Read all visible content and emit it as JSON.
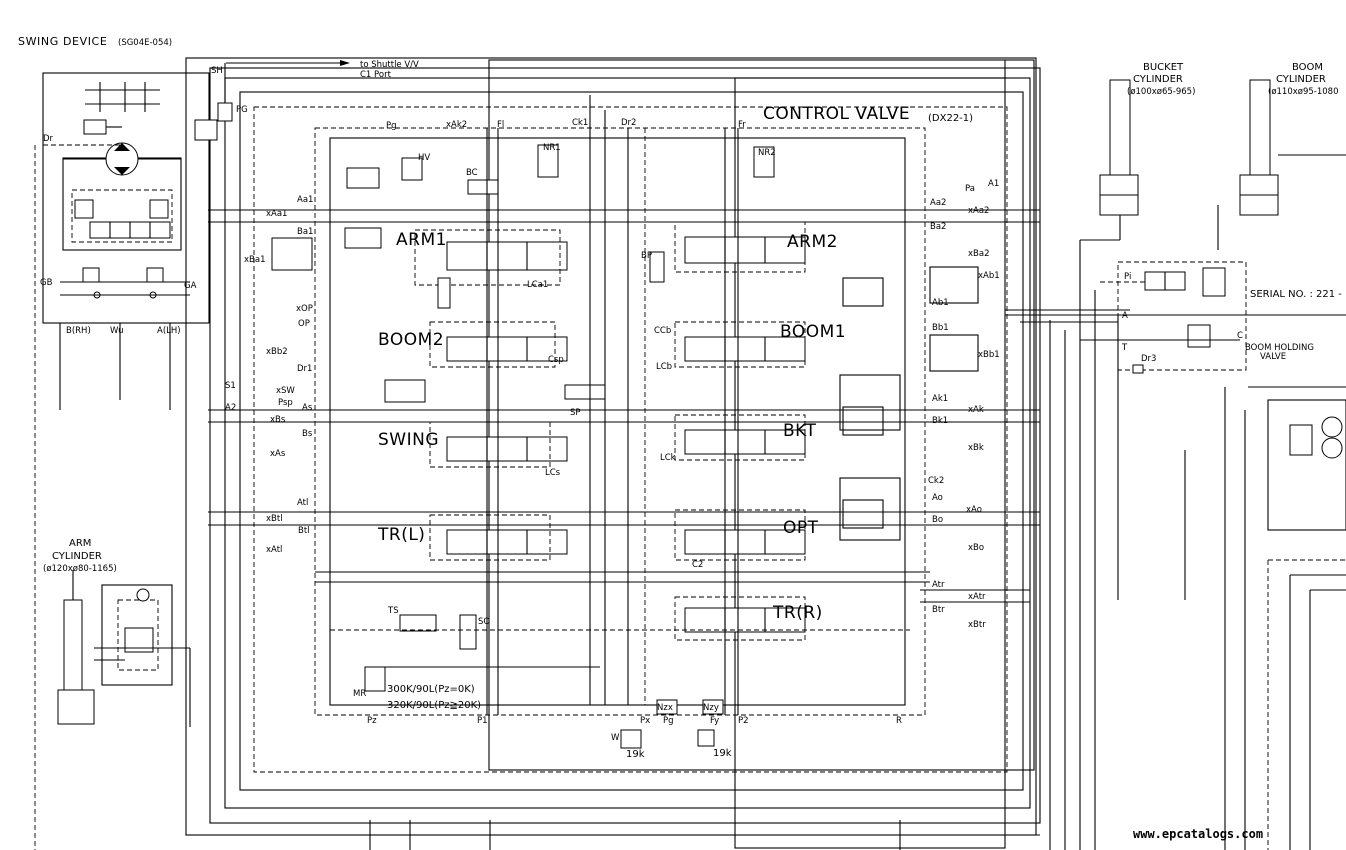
{
  "header": {
    "title": "SWING DEVICE",
    "title_code": "(SG04E-054)",
    "control_valve_title": "CONTROL VALVE",
    "control_valve_code": "(DX22-1)",
    "shuttle_note_1": "to Shuttle V/V",
    "shuttle_note_2": "C1 Port",
    "serial": "SERIAL NO. : 221 -"
  },
  "cylinders": {
    "bucket": {
      "name_1": "BUCKET",
      "name_2": "CYLINDER",
      "spec": "(ø100xø65-965)"
    },
    "boom": {
      "name_1": "BOOM",
      "name_2": "CYLINDER",
      "spec": "(ø110xø95-1080"
    },
    "arm": {
      "name_1": "ARM",
      "name_2": "CYLINDER",
      "spec": "(ø120xø80-1165)"
    }
  },
  "boom_holding": {
    "label_1": "BOOM HOLDING",
    "label_2": "VALVE",
    "pi": "Pi",
    "a": "A",
    "t": "T",
    "c": "C",
    "dr3": "Dr3"
  },
  "sections": {
    "arm1": "ARM1",
    "arm2": "ARM2",
    "boom2": "BOOM2",
    "boom1": "BOOM1",
    "swing": "SWING",
    "bkt": "BKT",
    "trl": "TR(L)",
    "opt": "OPT",
    "trr": "TR(R)"
  },
  "relief": {
    "line_1": "300K/90L(Pz=0K)",
    "line_2": "320K/90L(Pz≧20K)",
    "px_val": "19k",
    "py_val": "19k"
  },
  "ports_left": [
    {
      "label": "SH"
    },
    {
      "label": "PG"
    },
    {
      "label": "Dr"
    },
    {
      "label": "GB"
    },
    {
      "label": "GA"
    },
    {
      "label": "B(RH)"
    },
    {
      "label": "Wu"
    },
    {
      "label": "A(LH)"
    },
    {
      "label": "S1"
    },
    {
      "label": "A2"
    },
    {
      "label": "W"
    }
  ],
  "ports_cv": [
    {
      "label": "Pg"
    },
    {
      "label": "xAk2"
    },
    {
      "label": "Fl"
    },
    {
      "label": "Ck1"
    },
    {
      "label": "Dr2"
    },
    {
      "label": "Fr"
    },
    {
      "label": "NR1"
    },
    {
      "label": "NR2"
    },
    {
      "label": "HV"
    },
    {
      "label": "BC"
    },
    {
      "label": "Aa1"
    },
    {
      "label": "xAa1"
    },
    {
      "label": "Ba1"
    },
    {
      "label": "xBa1"
    },
    {
      "label": "LCa1"
    },
    {
      "label": "BP"
    },
    {
      "label": "xOP"
    },
    {
      "label": "OP"
    },
    {
      "label": "CCb"
    },
    {
      "label": "xBb2"
    },
    {
      "label": "Csp"
    },
    {
      "label": "LCb"
    },
    {
      "label": "Dr1"
    },
    {
      "label": "xSW"
    },
    {
      "label": "Psp"
    },
    {
      "label": "As"
    },
    {
      "label": "SP"
    },
    {
      "label": "xBs"
    },
    {
      "label": "Bs"
    },
    {
      "label": "xAs"
    },
    {
      "label": "LCs"
    },
    {
      "label": "LCk"
    },
    {
      "label": "Atl"
    },
    {
      "label": "xBtl"
    },
    {
      "label": "Btl"
    },
    {
      "label": "xAtl"
    },
    {
      "label": "C2"
    },
    {
      "label": "TS"
    },
    {
      "label": "SO"
    },
    {
      "label": "MR"
    },
    {
      "label": "Pz"
    },
    {
      "label": "P1"
    },
    {
      "label": "Px"
    },
    {
      "label": "Pg"
    },
    {
      "label": "Nzx"
    },
    {
      "label": "Nzy"
    },
    {
      "label": "Fy"
    },
    {
      "label": "P2"
    },
    {
      "label": "R"
    },
    {
      "label": "Pa"
    },
    {
      "label": "A1"
    },
    {
      "label": "Aa2"
    },
    {
      "label": "xAa2"
    },
    {
      "label": "Ba2"
    },
    {
      "label": "xBa2"
    },
    {
      "label": "xAb1"
    },
    {
      "label": "Ab1"
    },
    {
      "label": "Bb1"
    },
    {
      "label": "xBb1"
    },
    {
      "label": "Ak1"
    },
    {
      "label": "xAk"
    },
    {
      "label": "Bk1"
    },
    {
      "label": "xBk"
    },
    {
      "label": "Ck2"
    },
    {
      "label": "Ao"
    },
    {
      "label": "xAo"
    },
    {
      "label": "Bo"
    },
    {
      "label": "xBo"
    },
    {
      "label": "Atr"
    },
    {
      "label": "xAtr"
    },
    {
      "label": "Btr"
    },
    {
      "label": "xBtr"
    }
  ],
  "watermark": "www.epcatalogs.com"
}
